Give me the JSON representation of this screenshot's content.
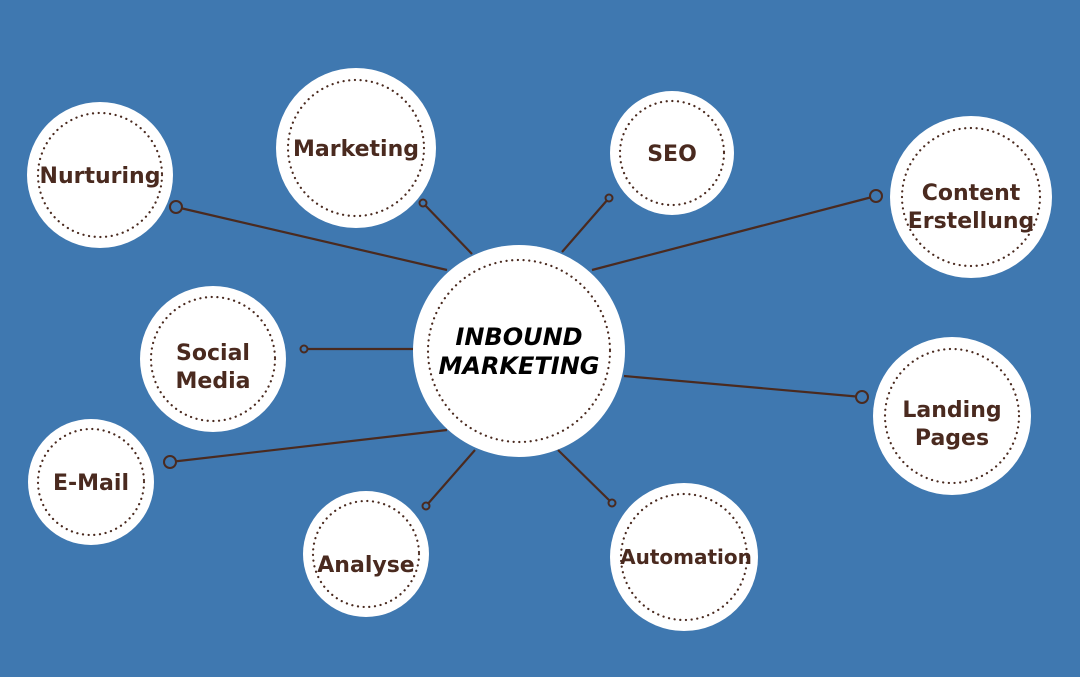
{
  "center": {
    "line1": "INBOUND",
    "line2": "MARKETING"
  },
  "nodes": {
    "nurturing": [
      "Nurturing"
    ],
    "marketing": [
      "Marketing"
    ],
    "seo": [
      "SEO"
    ],
    "content": [
      "Content",
      "Erstellung"
    ],
    "social": [
      "Social",
      "Media"
    ],
    "landing": [
      "Landing",
      "Pages"
    ],
    "email": [
      "E-Mail"
    ],
    "analyse": [
      "Analyse"
    ],
    "automation": [
      "Automation"
    ]
  },
  "colors": {
    "background": "#3f78b0",
    "text": "#4a2a1f",
    "node": "#ffffff"
  }
}
